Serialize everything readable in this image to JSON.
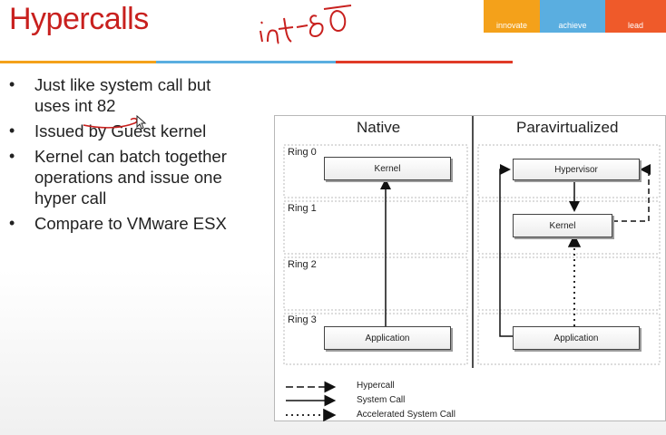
{
  "slide": {
    "title": "Hypercalls",
    "handwritten_note": "int 80"
  },
  "brand": {
    "innovate": "innovate",
    "achieve": "achieve",
    "lead": "lead"
  },
  "bullets": [
    {
      "line1": "Just like system call but",
      "line2_prefix": "uses ",
      "line2_emph": "int 82"
    },
    {
      "text": "Issued by Guest kernel"
    },
    {
      "line1": "Kernel can batch together",
      "line2": "operations and issue one",
      "line3": "hyper call"
    },
    {
      "text": "Compare to VMware ESX"
    }
  ],
  "diagram": {
    "native_title": "Native",
    "para_title": "Paravirtualized",
    "rings": [
      "Ring 0",
      "Ring 1",
      "Ring 2",
      "Ring 3"
    ],
    "native_boxes": {
      "kernel": "Kernel",
      "application": "Application"
    },
    "para_boxes": {
      "hypervisor": "Hypervisor",
      "kernel": "Kernel",
      "application": "Application"
    },
    "legend": {
      "hypercall": "Hypercall",
      "system_call": "System Call",
      "accelerated": "Accelerated System Call"
    }
  }
}
